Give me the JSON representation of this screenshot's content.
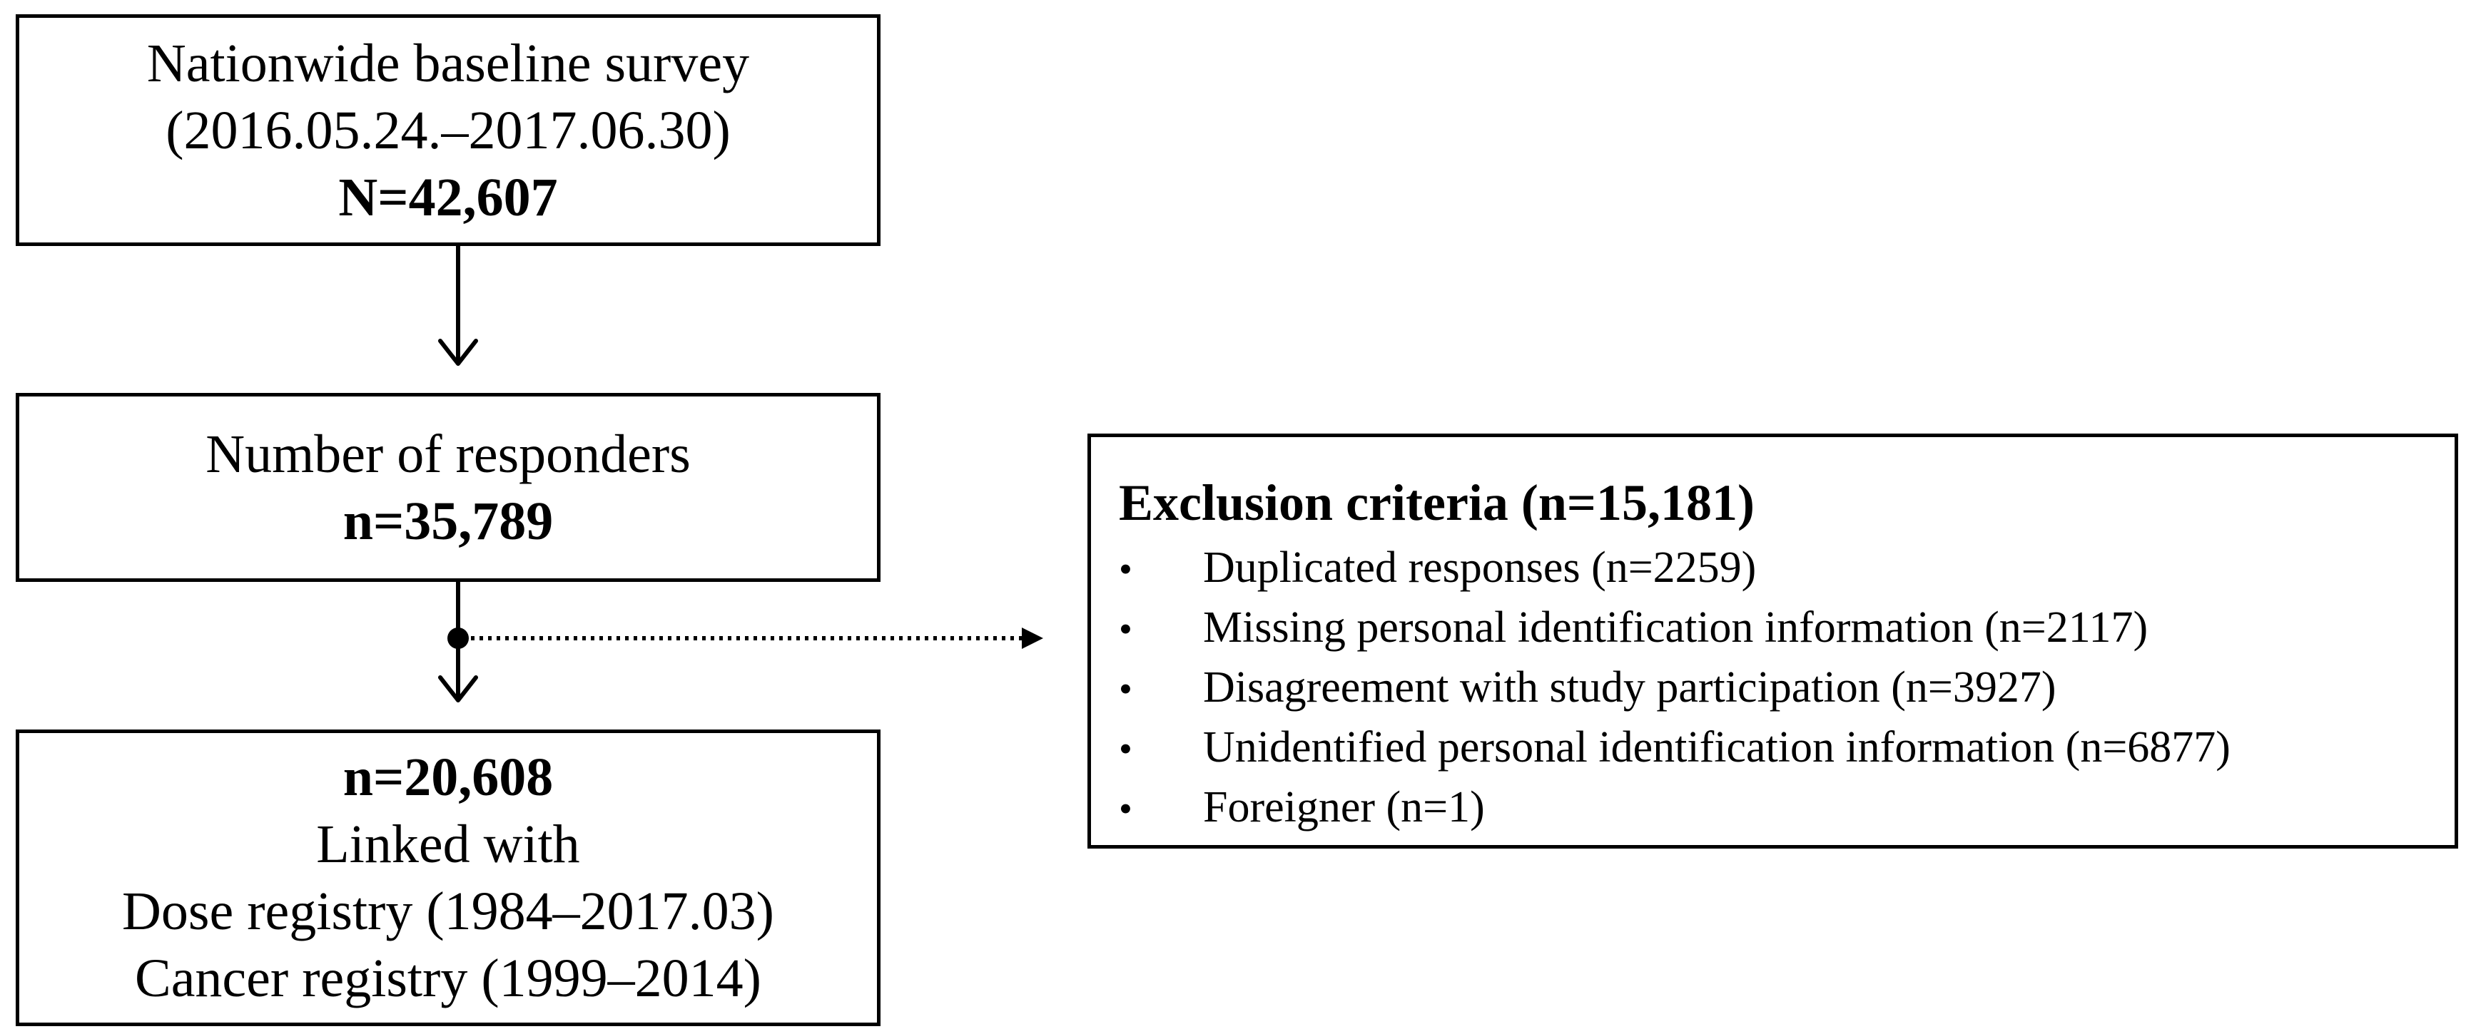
{
  "survey_box": {
    "line1": "Nationwide baseline survey",
    "line2": "(2016.05.24.–2017.06.30)",
    "count": "N=42,607"
  },
  "responders_box": {
    "line1": "Number of responders",
    "count": "n=35,789"
  },
  "linked_box": {
    "count": "n=20,608",
    "line1": "Linked with",
    "line2": "Dose registry (1984–2017.03)",
    "line3": "Cancer registry (1999–2014)"
  },
  "exclusion_box": {
    "title": "Exclusion criteria (n=15,181)",
    "bullet": "•",
    "items": [
      "Duplicated responses (n=2259)",
      "Missing personal identification information (n=2117)",
      "Disagreement with study participation (n=3927)",
      "Unidentified personal identification information (n=6877)",
      "Foreigner (n=1)"
    ]
  }
}
